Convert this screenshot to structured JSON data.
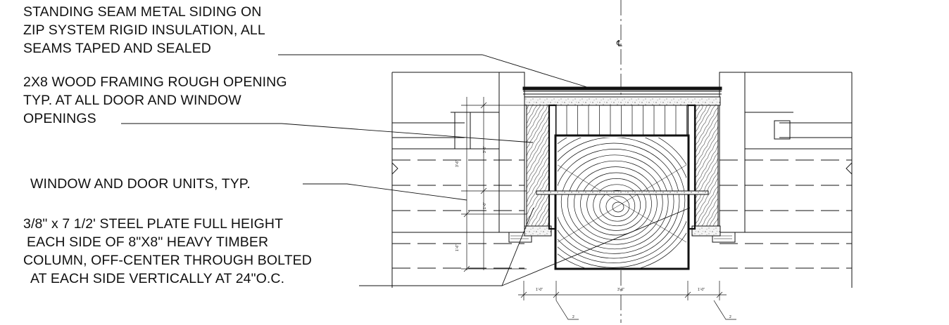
{
  "notes": {
    "siding": [
      "STANDING SEAM METAL SIDING ON",
      "ZIP SYSTEM RIGID INSULATION, ALL",
      "SEAMS TAPED AND SEALED"
    ],
    "framing": [
      "2X8 WOOD FRAMING ROUGH OPENING",
      "TYP. AT ALL DOOR AND WINDOW",
      "OPENINGS"
    ],
    "units": [
      "WINDOW AND DOOR UNITS, TYP."
    ],
    "plate": [
      "3/8\" x 7 1/2' STEEL PLATE FULL HEIGHT",
      "EACH SIDE OF 8\"X8\" HEAVY TIMBER",
      "COLUMN, OFF-CENTER THROUGH BOLTED",
      "AT EACH SIDE VERTICALLY AT 24\"O.C."
    ]
  },
  "centerline_symbol": "℄",
  "dimensions": {
    "vertical_upper": "3'-6\"",
    "vertical_mid": "1'-0\"",
    "vertical_lower": "1'-6\"",
    "bottom_left": "1'-0\"",
    "bottom_center": "3'-6\"",
    "bottom_right": "1'-0\"",
    "tag_left": "2",
    "tag_right": "2"
  }
}
